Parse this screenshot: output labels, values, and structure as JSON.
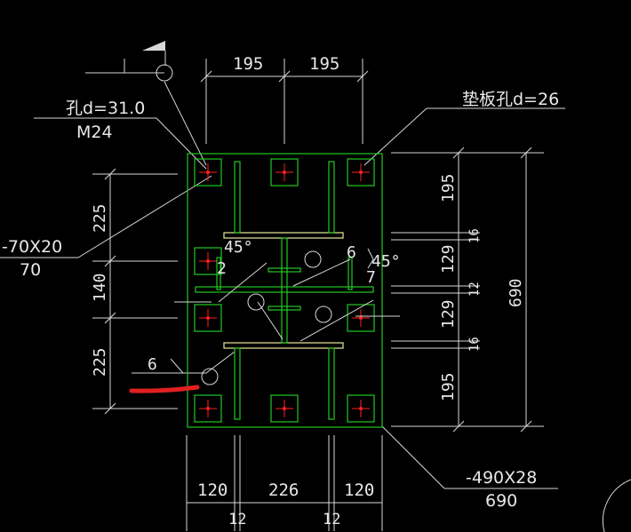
{
  "colors": {
    "background": "#000000",
    "steel": "#22c822",
    "stiffener": "#e8e8a0",
    "bolt_cross": "#ff2020",
    "annotation": "#e8e8e8",
    "markup": "#e02020"
  },
  "dims_top": [
    "195",
    "195"
  ],
  "dims_bottom": [
    "120",
    "226",
    "120"
  ],
  "dims_bottom_small": [
    "12",
    "12"
  ],
  "dims_left": [
    "225",
    "140",
    "225"
  ],
  "dims_right": [
    "195",
    "129",
    "129",
    "195"
  ],
  "dims_right_small": [
    "16",
    "12",
    "16"
  ],
  "dim_overall": "690",
  "labels": {
    "hole": "孔d=31.0",
    "bolt": "M24",
    "washer_hole": "垫板孔d=26",
    "stiffener_size": "-70X20",
    "stiffener_height": "70",
    "plate_size": "-490X28",
    "plate_height": "690",
    "weld_size": "6"
  },
  "weld_labels": [
    "45°",
    "45°",
    "6",
    "2",
    "7"
  ]
}
